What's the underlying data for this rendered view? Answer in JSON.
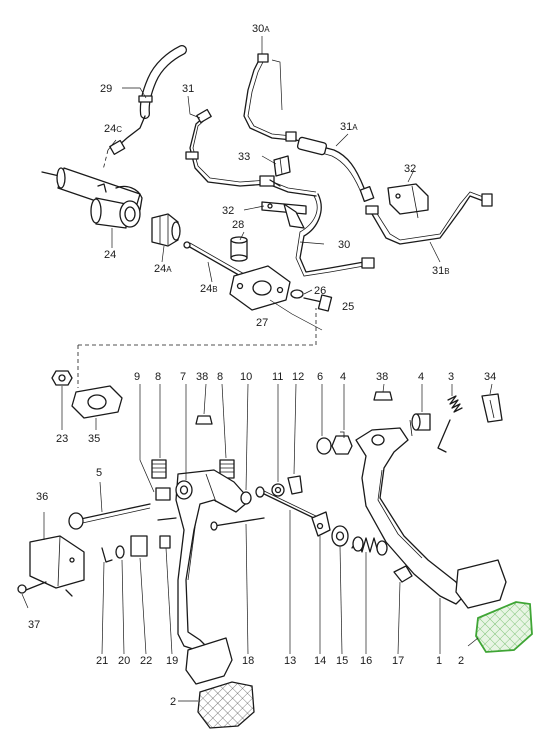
{
  "diagram": {
    "labels": [
      {
        "id": "30A",
        "num": "30",
        "sub": "A"
      },
      {
        "id": "29",
        "num": "29",
        "sub": ""
      },
      {
        "id": "31",
        "num": "31",
        "sub": ""
      },
      {
        "id": "24C",
        "num": "24",
        "sub": "C"
      },
      {
        "id": "31A",
        "num": "31",
        "sub": "A"
      },
      {
        "id": "33",
        "num": "33",
        "sub": ""
      },
      {
        "id": "32a",
        "num": "32",
        "sub": ""
      },
      {
        "id": "32b",
        "num": "32",
        "sub": ""
      },
      {
        "id": "28",
        "num": "28",
        "sub": ""
      },
      {
        "id": "30",
        "num": "30",
        "sub": ""
      },
      {
        "id": "24",
        "num": "24",
        "sub": ""
      },
      {
        "id": "24A",
        "num": "24",
        "sub": "A"
      },
      {
        "id": "24B",
        "num": "24",
        "sub": "B"
      },
      {
        "id": "31B",
        "num": "31",
        "sub": "B"
      },
      {
        "id": "26",
        "num": "26",
        "sub": ""
      },
      {
        "id": "25",
        "num": "25",
        "sub": ""
      },
      {
        "id": "27",
        "num": "27",
        "sub": ""
      },
      {
        "id": "9",
        "num": "9",
        "sub": ""
      },
      {
        "id": "8a",
        "num": "8",
        "sub": ""
      },
      {
        "id": "7",
        "num": "7",
        "sub": ""
      },
      {
        "id": "38a",
        "num": "38",
        "sub": ""
      },
      {
        "id": "8b",
        "num": "8",
        "sub": ""
      },
      {
        "id": "10",
        "num": "10",
        "sub": ""
      },
      {
        "id": "11",
        "num": "11",
        "sub": ""
      },
      {
        "id": "12",
        "num": "12",
        "sub": ""
      },
      {
        "id": "6",
        "num": "6",
        "sub": ""
      },
      {
        "id": "4a",
        "num": "4",
        "sub": ""
      },
      {
        "id": "38b",
        "num": "38",
        "sub": ""
      },
      {
        "id": "4b",
        "num": "4",
        "sub": ""
      },
      {
        "id": "3",
        "num": "3",
        "sub": ""
      },
      {
        "id": "34",
        "num": "34",
        "sub": ""
      },
      {
        "id": "23",
        "num": "23",
        "sub": ""
      },
      {
        "id": "35",
        "num": "35",
        "sub": ""
      },
      {
        "id": "5",
        "num": "5",
        "sub": ""
      },
      {
        "id": "36",
        "num": "36",
        "sub": ""
      },
      {
        "id": "37",
        "num": "37",
        "sub": ""
      },
      {
        "id": "21",
        "num": "21",
        "sub": ""
      },
      {
        "id": "20",
        "num": "20",
        "sub": ""
      },
      {
        "id": "22",
        "num": "22",
        "sub": ""
      },
      {
        "id": "19",
        "num": "19",
        "sub": ""
      },
      {
        "id": "18",
        "num": "18",
        "sub": ""
      },
      {
        "id": "13",
        "num": "13",
        "sub": ""
      },
      {
        "id": "14",
        "num": "14",
        "sub": ""
      },
      {
        "id": "15",
        "num": "15",
        "sub": ""
      },
      {
        "id": "16",
        "num": "16",
        "sub": ""
      },
      {
        "id": "17",
        "num": "17",
        "sub": ""
      },
      {
        "id": "1",
        "num": "1",
        "sub": ""
      },
      {
        "id": "2a",
        "num": "2",
        "sub": ""
      },
      {
        "id": "2b",
        "num": "2",
        "sub": ""
      }
    ],
    "highlight_color": "#3fa535",
    "highlighted_part": "2"
  }
}
